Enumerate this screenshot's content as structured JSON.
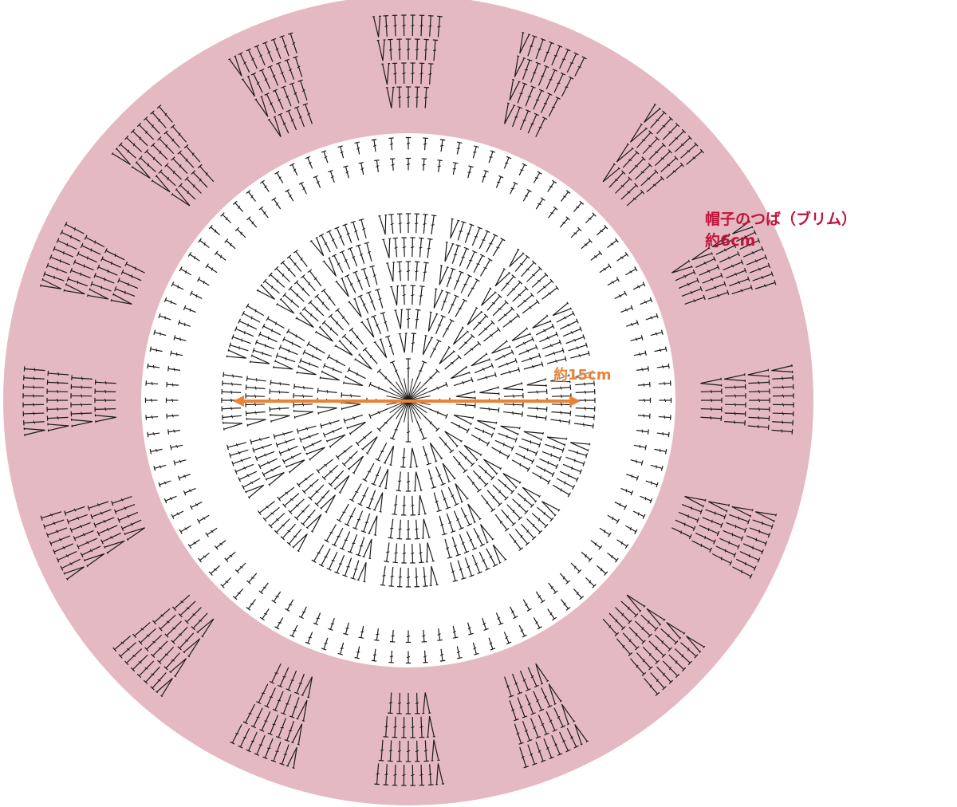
{
  "annotations": {
    "brim_title": "帽子のつば（ブリム）",
    "brim_width": "約6cm",
    "diameter": "約15cm"
  },
  "colors": {
    "brim_fill": "#e5b9c1",
    "stitch": "#1a1a1a",
    "arrow": "#e8833a",
    "brim_text": "#c0143c",
    "background": "#ffffff"
  },
  "brim": {
    "stitch_groups": 16,
    "rows": [
      "VIIIIIII",
      "VIIIIII",
      "VIIIII",
      "VIIII"
    ]
  },
  "crown": {
    "repeats": 16,
    "round_counts": [
      0,
      1,
      2,
      3,
      4,
      5,
      6
    ],
    "edge_round_stitches": [
      96,
      96
    ]
  },
  "icons": {
    "arrow": "double-headed-arrow-icon"
  }
}
